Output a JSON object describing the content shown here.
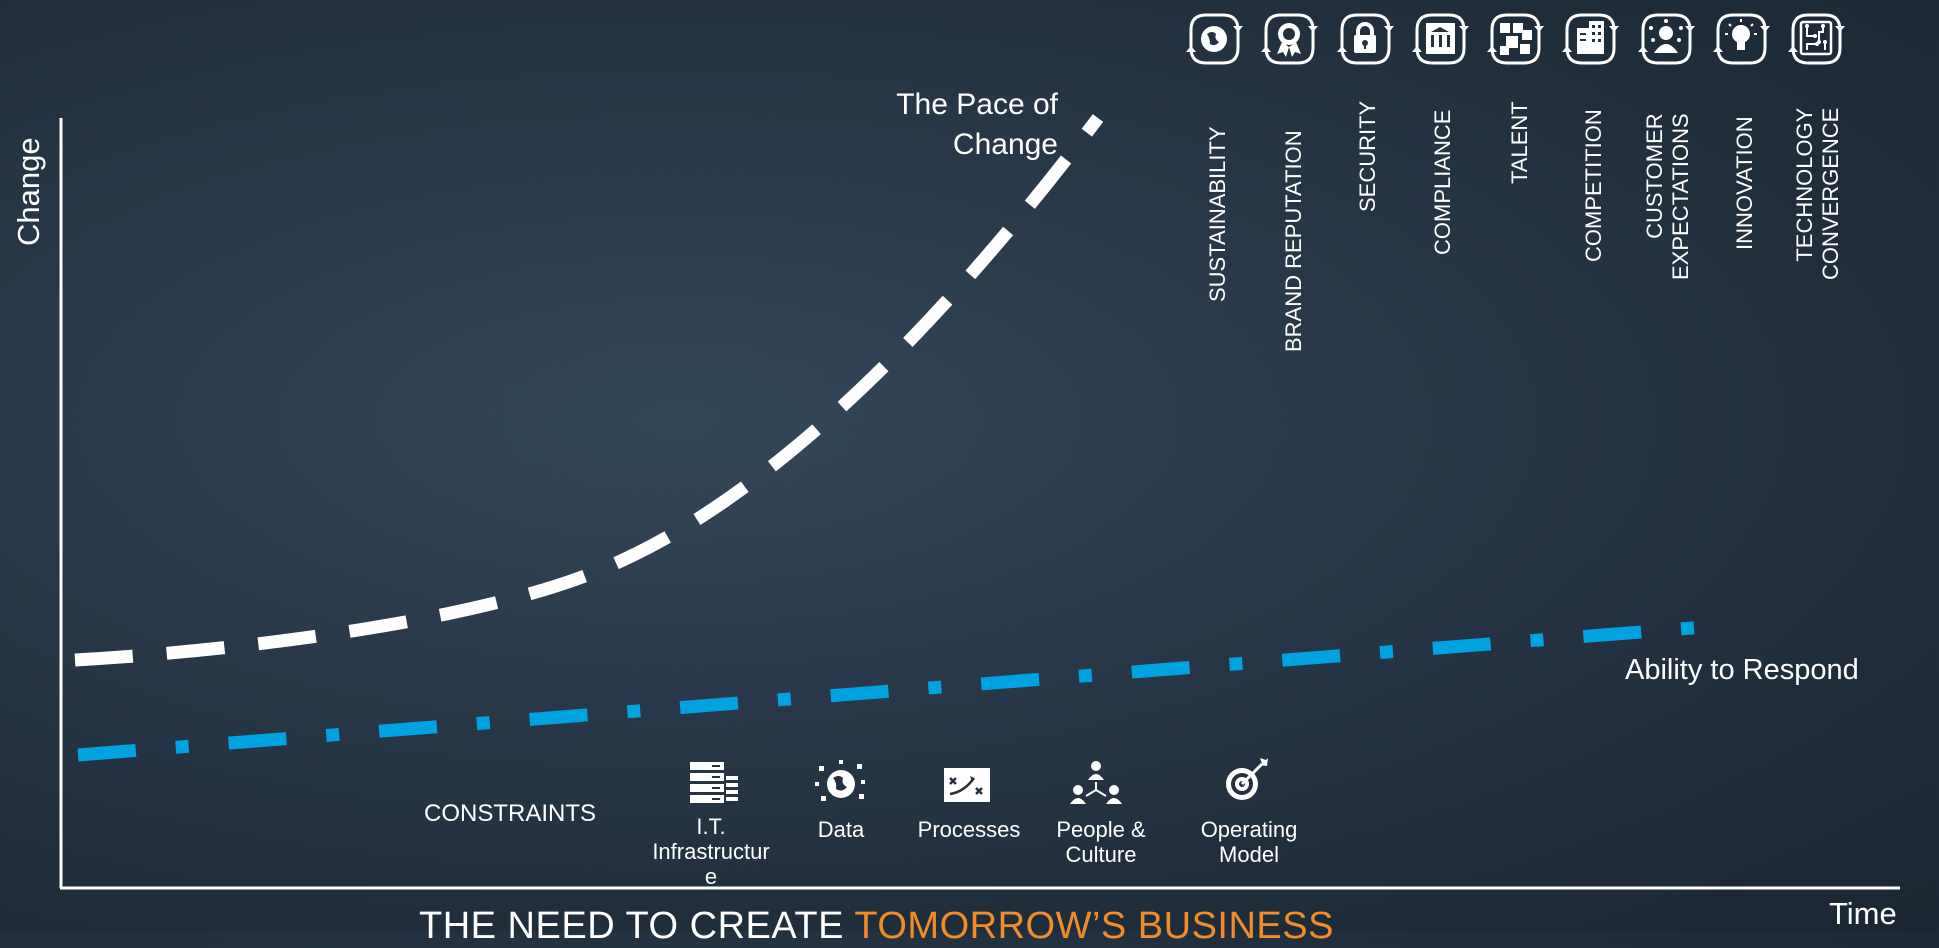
{
  "axes": {
    "y_label": "Change",
    "x_label": "Time"
  },
  "curves": {
    "pace_label": "The Pace  of Change",
    "pace_label_line1": "The Pace  of",
    "pace_label_line2": "Change",
    "respond_label": "Ability to Respond",
    "pace_color": "#ffffff",
    "respond_color": "#00a3e0"
  },
  "drivers": [
    {
      "label": "SUSTAINABILITY",
      "icon": "globe-icon"
    },
    {
      "label": "BRAND REPUTATION",
      "icon": "award-icon"
    },
    {
      "label": "SECURITY",
      "icon": "lock-icon"
    },
    {
      "label": "COMPLIANCE",
      "icon": "building-icon"
    },
    {
      "label": "TALENT",
      "icon": "people-grid-icon"
    },
    {
      "label": "COMPETITION",
      "icon": "office-building-icon"
    },
    {
      "label": "CUSTOMER EXPECTATIONS",
      "label_line1": "CUSTOMER",
      "label_line2": "EXPECTATIONS",
      "icon": "customer-icon"
    },
    {
      "label": "INNOVATION",
      "icon": "lightbulb-icon"
    },
    {
      "label": "TECHNOLOGY CONVERGENCE",
      "label_line1": "TECHNOLOGY",
      "label_line2": "CONVERGENCE",
      "icon": "circuit-icon"
    }
  ],
  "constraints": {
    "title": "CONSTRAINTS",
    "items": [
      {
        "label": "I.T. Infrastructure",
        "label_line1": "I.T.",
        "label_line2": "Infrastructur",
        "label_line3": "e",
        "icon": "server-icon"
      },
      {
        "label": "Data",
        "icon": "data-globe-icon"
      },
      {
        "label": "Processes",
        "icon": "strategy-board-icon"
      },
      {
        "label": "People & Culture",
        "label_line1": "People &",
        "label_line2": "Culture",
        "icon": "org-chart-icon"
      },
      {
        "label": "Operating Model",
        "label_line1": "Operating",
        "label_line2": "Model",
        "icon": "target-icon"
      }
    ]
  },
  "footer": {
    "text_plain": "THE NEED TO CREATE ",
    "text_highlight": "TOMORROW’S BUSINESS",
    "highlight_color": "#f28c28"
  }
}
